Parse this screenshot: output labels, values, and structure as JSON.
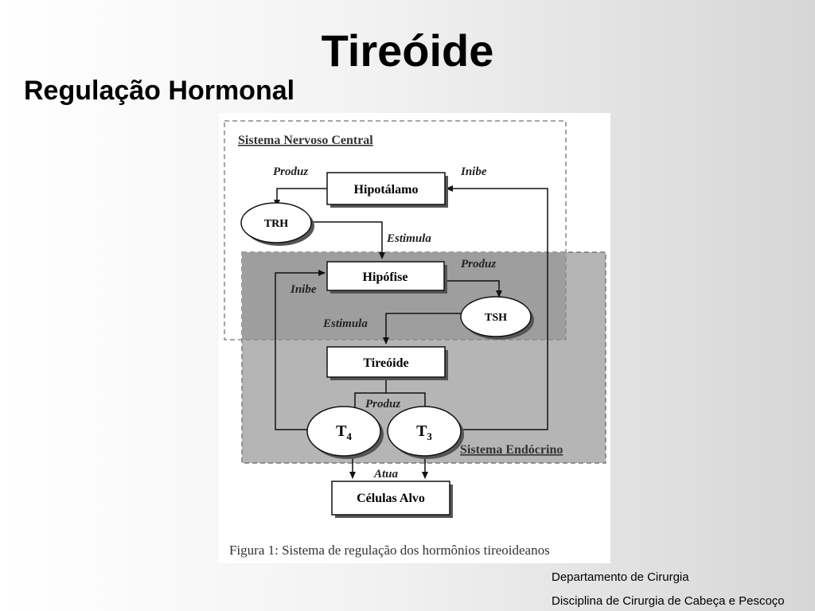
{
  "slide": {
    "title": "Tireóide",
    "subtitle": "Regulação Hormonal"
  },
  "diagram": {
    "regions": {
      "snc": "Sistema Nervoso Central",
      "endocrino": "Sistema Endócrino"
    },
    "nodes": {
      "hipotalamo": "Hipotálamo",
      "hipofise": "Hipófise",
      "tireoide": "Tireóide",
      "celulas_alvo": "Células Alvo",
      "trh": "TRH",
      "tsh": "TSH",
      "t4": {
        "letter": "T",
        "sub": "4"
      },
      "t3": {
        "letter": "T",
        "sub": "3"
      }
    },
    "edge_labels": {
      "produz_trh": "Produz",
      "inibe_hipotalamo": "Inibe",
      "estimula_hipofise": "Estimula",
      "produz_tsh": "Produz",
      "inibe_hipofise": "Inibe",
      "estimula_tireoide": "Estimula",
      "produz_hormonios": "Produz",
      "atua": "Atua"
    },
    "caption": "Figura 1: Sistema de regulação dos hormônios tireoideanos"
  },
  "footer": {
    "line1": "Departamento de Cirurgia",
    "line2": "Disciplina de Cirurgia de Cabeça e Pescoço"
  }
}
